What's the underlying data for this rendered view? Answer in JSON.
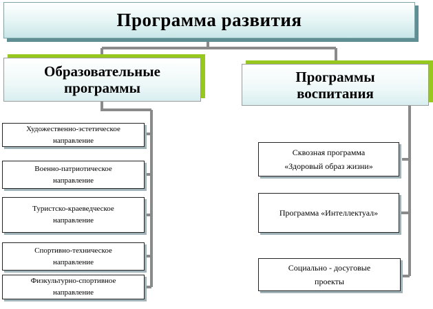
{
  "title": "Программа  развития",
  "categories": {
    "left": {
      "line1": "Образовательные",
      "line2": "программы"
    },
    "right": {
      "line1": "Программы",
      "line2": "воспитания"
    }
  },
  "left_items": [
    {
      "line1": "Художественно-эстетическое",
      "line2": "направление"
    },
    {
      "line1": "Военно-патриотическое",
      "line2": "направление"
    },
    {
      "line1": "Туристско-краеведческое",
      "line2": "направление"
    },
    {
      "line1": "Спортивно-техническое",
      "line2": "направление"
    },
    {
      "line1": "Физкультурно-спортивное",
      "line2": "направление"
    }
  ],
  "right_items": [
    {
      "line1": "Сквозная программа",
      "line2": "«Здоровый образ жизни»"
    },
    {
      "line1": "Программа «Интеллектуал»",
      "line2": ""
    },
    {
      "line1": "Социально - досуговые",
      "line2": "проекты"
    }
  ],
  "colors": {
    "connector": "#8a8a8a",
    "accent_green": "#96c81e",
    "title_shadow": "#5f8f94"
  }
}
